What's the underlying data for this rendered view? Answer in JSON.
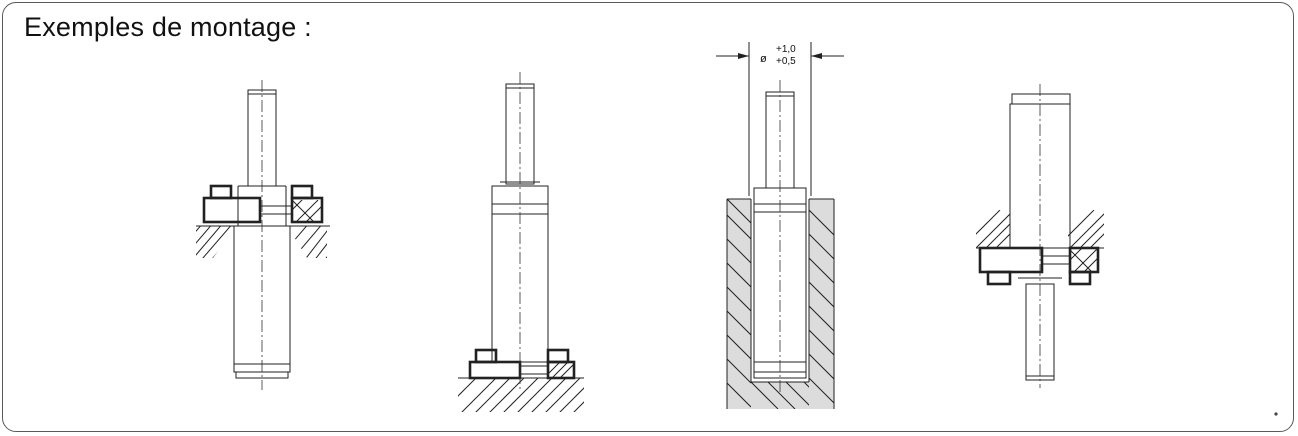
{
  "title": "Exemples de montage :",
  "dimension": {
    "symbol": "ø",
    "upper": "+1,0",
    "lower": "+0,5"
  },
  "examples": [
    {
      "name": "flange-mount-top"
    },
    {
      "name": "flange-mount-bottom"
    },
    {
      "name": "bore-mount"
    },
    {
      "name": "flange-mount-underside"
    }
  ]
}
